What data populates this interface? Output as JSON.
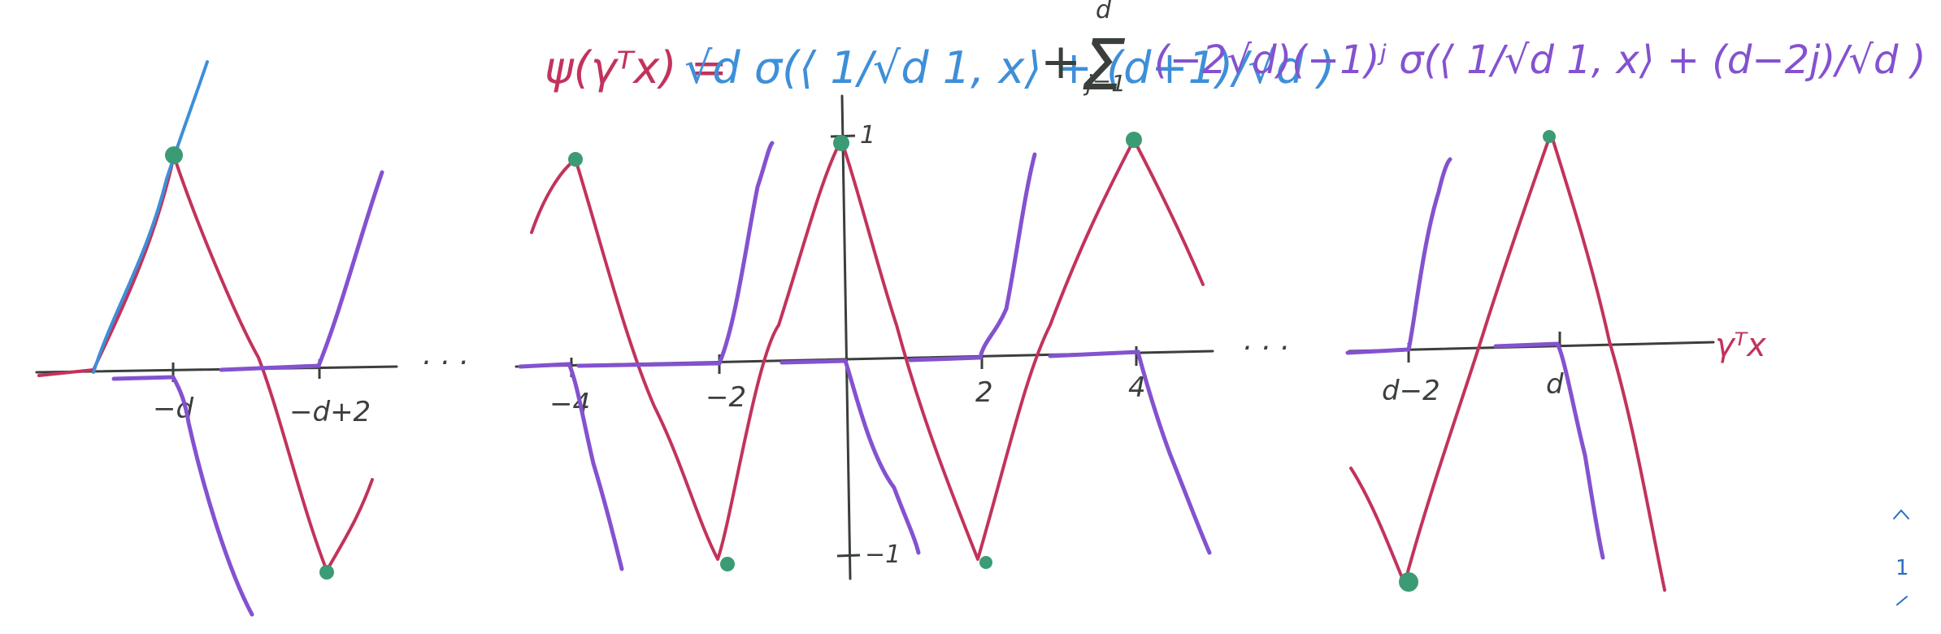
{
  "colors": {
    "red": "#c2335c",
    "blue": "#3e8fd8",
    "purple": "#8452cf",
    "axis": "#3a3f3b",
    "green": "#3b9b74",
    "pager": "#2b6fbf"
  },
  "formula": {
    "lhs": "ψ(γᵀx) =",
    "term1": "√d σ(⟨ 1/√d 1, x⟩ + (d+1)/√d )",
    "plus": "+",
    "sum": "Σ",
    "sum_upper": "d",
    "sum_lower": "j=1",
    "term2": "(−2√d)(−1)ʲ σ(⟨ 1/√d 1, x⟩ + (d−2j)/√d )"
  },
  "axis": {
    "x_label": "γᵀx",
    "ellipsis": "· · ·",
    "y_tick_top": "1",
    "y_tick_bottom": "−1",
    "ticks": [
      "−d",
      "−d+2",
      "−4",
      "−2",
      "2",
      "4",
      "d−2",
      "d"
    ]
  },
  "pager": {
    "page": "1",
    "up_icon": "chevron-up-icon"
  }
}
